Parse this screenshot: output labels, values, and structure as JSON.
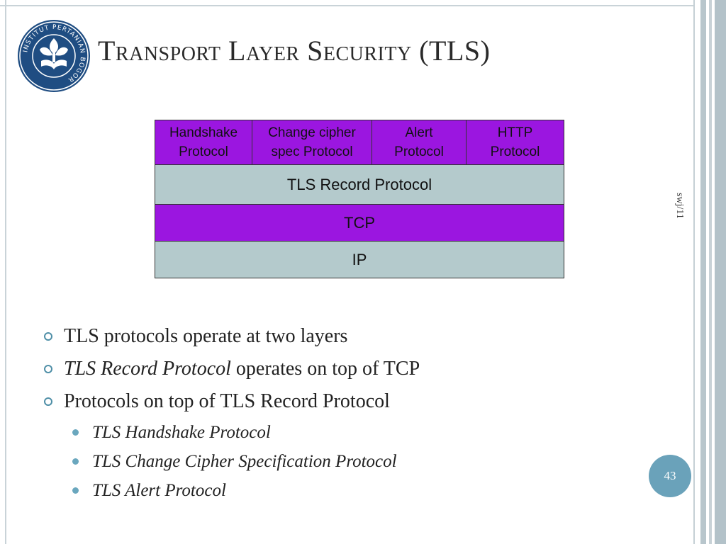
{
  "slide": {
    "title": "Transport Layer Security (TLS)",
    "side_label": "swj/11",
    "page_number": "43"
  },
  "logo": {
    "text": "INSTITUT PERTANIAN BOGOR",
    "icon": "ipb-seal-icon"
  },
  "diagram": {
    "top_row": [
      {
        "line1": "Handshake",
        "line2": "Protocol"
      },
      {
        "line1": "Change cipher",
        "line2": "spec Protocol"
      },
      {
        "line1": "Alert",
        "line2": "Protocol"
      },
      {
        "line1": "HTTP",
        "line2": "Protocol"
      }
    ],
    "record": "TLS Record Protocol",
    "tcp": "TCP",
    "ip": "IP"
  },
  "bullets": [
    {
      "text": "TLS protocols operate at two layers"
    },
    {
      "italic": "TLS Record Protocol",
      "rest": " operates on top of TCP"
    },
    {
      "text": "Protocols on top of TLS Record Protocol"
    }
  ],
  "sub_bullets": [
    "TLS Handshake Protocol",
    "TLS Change Cipher Specification Protocol",
    "TLS Alert Protocol"
  ],
  "colors": {
    "purple": "#9b16e0",
    "grey": "#b4cacc",
    "accent": "#4f8fa7"
  }
}
